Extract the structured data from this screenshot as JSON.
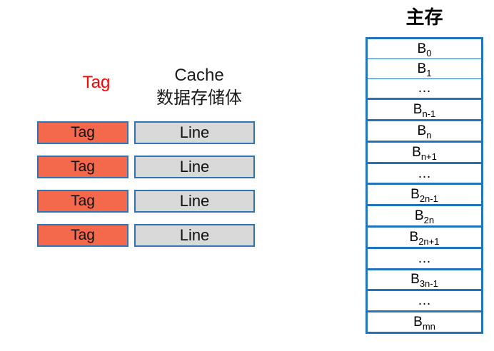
{
  "cache": {
    "tag_header": "Tag",
    "header_line1": "Cache",
    "header_line2": "数据存储体",
    "rows": [
      {
        "tag": "Tag",
        "line": "Line"
      },
      {
        "tag": "Tag",
        "line": "Line"
      },
      {
        "tag": "Tag",
        "line": "Line"
      },
      {
        "tag": "Tag",
        "line": "Line"
      }
    ]
  },
  "memory": {
    "title": "主存",
    "rows": [
      {
        "label": "B",
        "sub": "0"
      },
      {
        "label": "B",
        "sub": "1"
      },
      {
        "label": "…",
        "sub": ""
      },
      {
        "label": "B",
        "sub": "n-1"
      },
      {
        "label": "B",
        "sub": "n"
      },
      {
        "label": "B",
        "sub": "n+1"
      },
      {
        "label": "…",
        "sub": ""
      },
      {
        "label": "B",
        "sub": "2n-1"
      },
      {
        "label": "B",
        "sub": "2n"
      },
      {
        "label": "B",
        "sub": "2n+1"
      },
      {
        "label": "…",
        "sub": ""
      },
      {
        "label": "B",
        "sub": "3n-1"
      },
      {
        "label": "…",
        "sub": ""
      },
      {
        "label": "B",
        "sub": "mn"
      }
    ]
  },
  "colors": {
    "accent_blue": "#2e75b6",
    "table_border_blue": "#2173bc",
    "tag_fill": "#f4694b",
    "line_fill": "#d9d9d9",
    "tag_header_red": "#ff0000"
  }
}
